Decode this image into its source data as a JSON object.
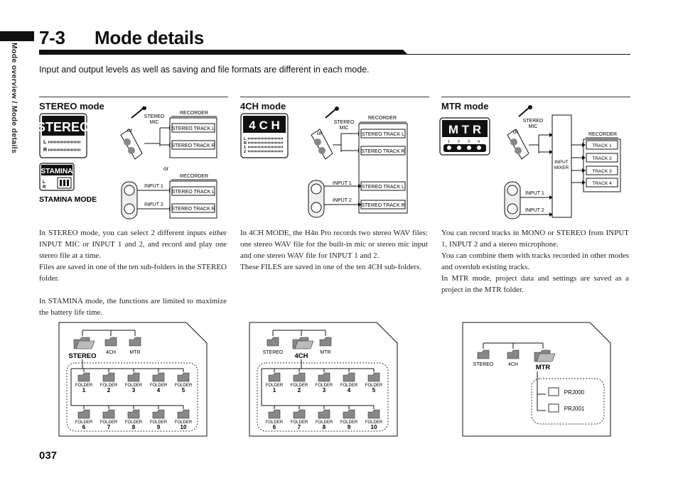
{
  "sidebar": {
    "section": "Mode overview / Mode details"
  },
  "header": {
    "number": "7-3",
    "title": "Mode details"
  },
  "intro": "Input and output levels as well as saving and file formats are different in each mode.",
  "stereo": {
    "heading": "STEREO mode",
    "logo": "STEREO",
    "stamina_logo": "STAMINA",
    "stamina_label": "STAMINA MODE",
    "mic_label": "STEREO MIC",
    "recorder": "RECORDER",
    "or1": "or",
    "or2": "or",
    "track_l": "STEREO TRACK L",
    "track_r": "STEREO TRACK R",
    "input1": "INPUT 1",
    "input2": "INPUT 2",
    "p1": "In STEREO mode, you can select 2 different inputs either INPUT MIC or INPUT 1 and 2, and record and play one stereo file at a time.",
    "p2": "Files are saved in one of the ten sub-folders in the STEREO folder.",
    "p3": "In STAMINA mode, the functions are limited to maximize the battery life time."
  },
  "fourch": {
    "heading": "4CH mode",
    "logo": "4 C H",
    "mic_label": "STEREO MIC",
    "recorder": "RECORDER",
    "or1": "or",
    "track_l": "STEREO TRACK L",
    "track_r": "STEREO TRACK R",
    "input1": "INPUT 1",
    "input2": "INPUT 2",
    "p1": "In 4CH MODE, the H4n Pro records two stereo WAV files: one stereo WAV file for the built-in mic or stereo mic input and one stereo WAV file for INPUT 1 and 2.",
    "p2": "These FILES are saved in one of the ten 4CH sub-folders."
  },
  "mtr": {
    "heading": "MTR mode",
    "logo": "M T R",
    "mic_label": "STEREO MIC",
    "or1": "or",
    "mixer": "INPUT MIXER",
    "recorder": "RECORDER",
    "tracks": [
      "TRACK 1",
      "TRACK 2",
      "TRACK 3",
      "TRACK 4"
    ],
    "input1": "INPUT 1",
    "input2": "INPUT 2",
    "p1": "You can record tracks in MONO or STEREO from INPUT 1, INPUT 2 and a stereo microphone.",
    "p2": "You can combine them with tracks recorded in other modes and overdub existing tracks.",
    "p3": "In MTR mode, project data and settings are saved as a project in the MTR folder."
  },
  "folders": {
    "top": [
      "STEREO",
      "4CH",
      "MTR"
    ],
    "sub_label": "FOLDER",
    "sub_numbers": [
      "1",
      "2",
      "3",
      "4",
      "5",
      "6",
      "7",
      "8",
      "9",
      "10"
    ],
    "projects": [
      "PRJ000",
      "PRJ001"
    ]
  },
  "page_number": "037"
}
